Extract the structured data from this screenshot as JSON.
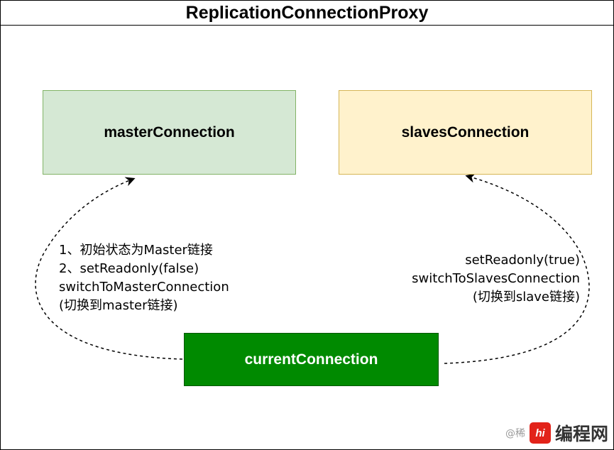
{
  "title": "ReplicationConnectionProxy",
  "nodes": {
    "master": "masterConnection",
    "slaves": "slavesConnection",
    "current": "currentConnection"
  },
  "notes": {
    "left": [
      "1、初始状态为Master链接",
      "2、setReadonly(false)",
      "switchToMasterConnection",
      "(切换到master链接)"
    ],
    "right": [
      "setReadonly(true)",
      "switchToSlavesConnection",
      "(切换到slave链接)"
    ]
  },
  "watermark": {
    "prefix": "@稀",
    "logo": "hi",
    "site": "编程网"
  },
  "colors": {
    "master_fill": "#d5e8d4",
    "master_stroke": "#82b366",
    "slaves_fill": "#fff2cc",
    "slaves_stroke": "#d6b656",
    "current_fill": "#008a00",
    "current_text": "#ffffff"
  }
}
